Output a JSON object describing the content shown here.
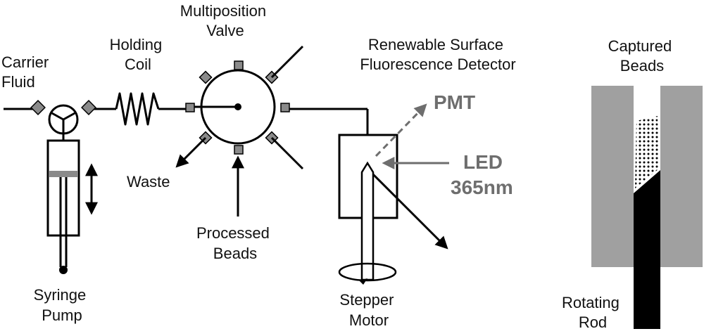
{
  "labels": {
    "carrier": [
      "Carrier",
      "Fluid"
    ],
    "holding": [
      "Holding",
      "Coil"
    ],
    "valve": [
      "Multiposition",
      "Valve"
    ],
    "detector": [
      "Renewable Surface",
      "Fluorescence Detector"
    ],
    "captured": [
      "Captured",
      "Beads"
    ],
    "pmt": "PMT",
    "led": [
      "LED",
      "365nm"
    ],
    "waste": "Waste",
    "processed": [
      "Processed",
      "Beads"
    ],
    "syringe": [
      "Syringe",
      "Pump"
    ],
    "stepper": [
      "Stepper",
      "Motor"
    ],
    "rotating": [
      "Rotating",
      "Rod"
    ]
  },
  "colors": {
    "line": "#000000",
    "port": "#8a8a8a",
    "housing": "#a0a0a0",
    "optics": "#6e6e6e",
    "bead_dot": "#000000"
  },
  "icons": {
    "three_way_valve": "three-way-valve-icon",
    "coil": "holding-coil-icon",
    "multiposition_valve": "multiposition-valve-icon",
    "syringe": "syringe-pump-icon",
    "motor": "stepper-motor-icon"
  }
}
